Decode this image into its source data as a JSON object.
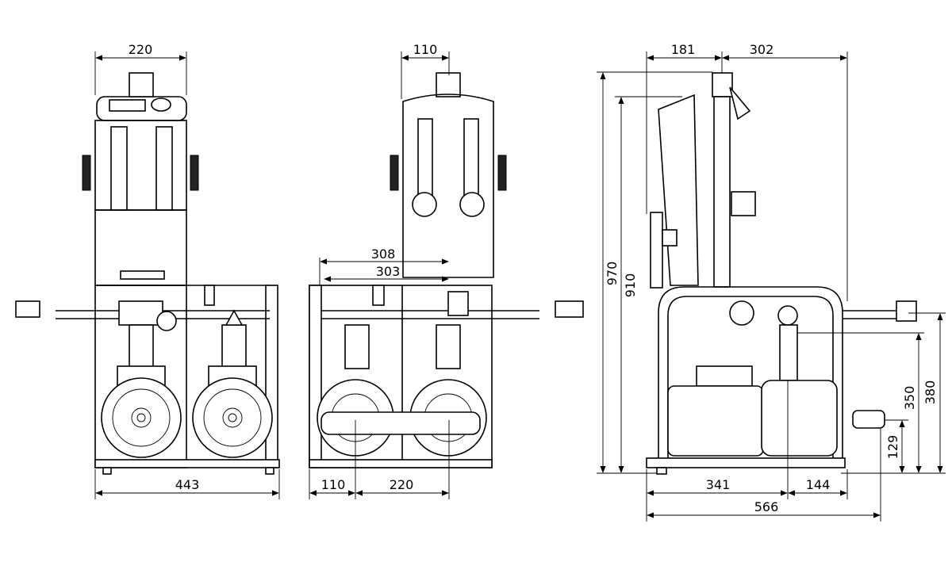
{
  "views": {
    "front": {
      "dimensions": {
        "top_width": "220",
        "base_width": "443"
      }
    },
    "rear": {
      "dimensions": {
        "top_offset": "110",
        "depth_308": "308",
        "depth_303": "303",
        "left_offset": "110",
        "pump_spacing": "220"
      }
    },
    "side": {
      "dimensions": {
        "top_left": "181",
        "top_right": "302",
        "total_height": "970",
        "frame_height": "910",
        "base_341": "341",
        "base_144": "144",
        "total_length": "566",
        "height_350": "350",
        "height_380": "380",
        "height_129": "129"
      }
    }
  },
  "colors": {
    "line": "#000000",
    "background": "#ffffff"
  }
}
